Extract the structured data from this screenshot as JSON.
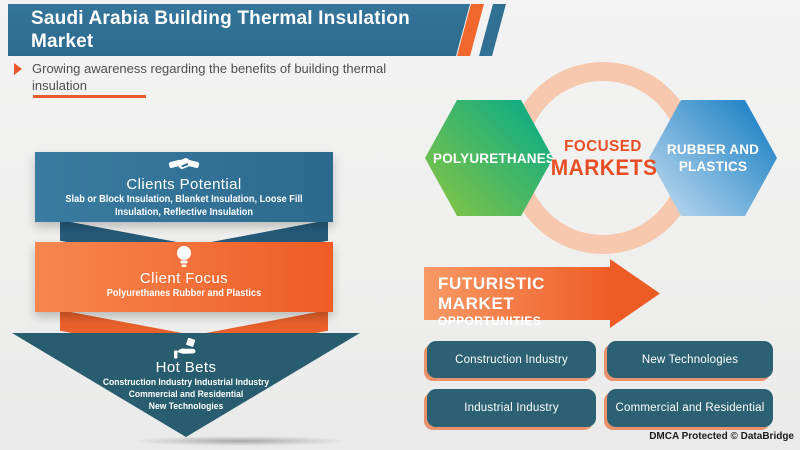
{
  "header": {
    "title": "Saudi Arabia Building Thermal Insulation Market",
    "subtitle": "Growing awareness regarding the benefits of building thermal insulation"
  },
  "funnel": {
    "tiers": [
      {
        "icon": "handshake-icon",
        "title": "Clients Potential",
        "lines": [
          "Slab or Block Insulation, Blanket Insulation, Loose Fill",
          "Insulation, Reflective Insulation"
        ]
      },
      {
        "icon": "lightbulb-icon",
        "title": "Client Focus",
        "lines": [
          "Polyurethanes Rubber and Plastics"
        ]
      },
      {
        "icon": "hand-gift-icon",
        "title": "Hot Bets",
        "lines": [
          "Construction Industry Industrial Industry",
          "Commercial and Residential",
          "New Technologies"
        ]
      }
    ]
  },
  "focused": {
    "word1": "FOCUSED",
    "word2": "MARKETS"
  },
  "hexagons": [
    {
      "label": "POLYURETHANES"
    },
    {
      "label": "RUBBER AND PLASTICS"
    }
  ],
  "futuristic": {
    "line1": "FUTURISTIC MARKET",
    "line2": "OPPORTUNITIES"
  },
  "opportunities": {
    "items": [
      "Construction Industry",
      "New Technologies",
      "Industrial Industry",
      "Commercial and Residential"
    ]
  },
  "footer": {
    "dmca": "DMCA Protected © DataBridge"
  },
  "colors": {
    "banner_blue": "#2f6f92",
    "accent_orange": "#f2672e",
    "tier_teal": "#2c6a8d",
    "chevron_blue": "#265b7a",
    "tier_orange": "#ef5c26",
    "triangle_teal": "#275d6e",
    "ring_peach": "#f7c7ae",
    "hex_green_start": "#00a98c",
    "hex_green_end": "#8cc63f",
    "hex_blue_start": "#c6def1",
    "hex_blue_end": "#0c78c1",
    "focused_text": "#e84e25",
    "button_teal": "#2c6173",
    "button_outline": "#ea926c",
    "subtitle_gray": "#4f4f4f"
  }
}
